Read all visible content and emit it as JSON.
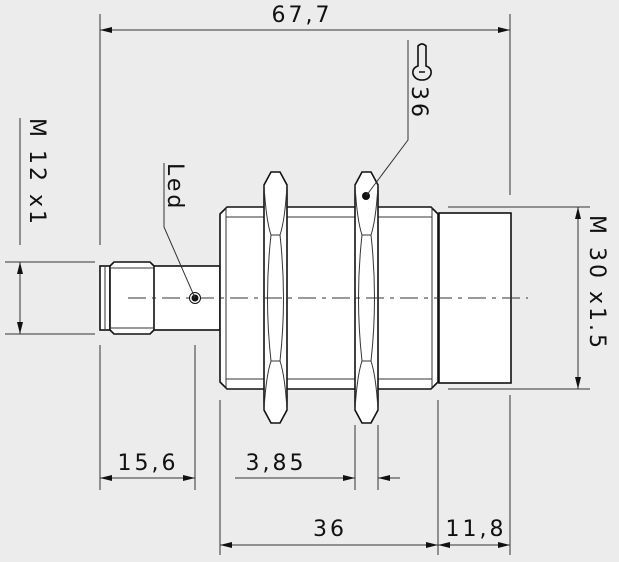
{
  "drawing": {
    "overall_length": "67,7",
    "connector_thread": "M 12 x1",
    "body_thread": "M 30 x1.5",
    "led_label": "Led",
    "wrench_size": "36",
    "connector_length": "15,6",
    "nut_thickness": "3,85",
    "body_length": "36",
    "cap_length": "11,8"
  },
  "colors": {
    "background": "#ececec",
    "line": "#111111",
    "part_fill": "#ffffff"
  }
}
